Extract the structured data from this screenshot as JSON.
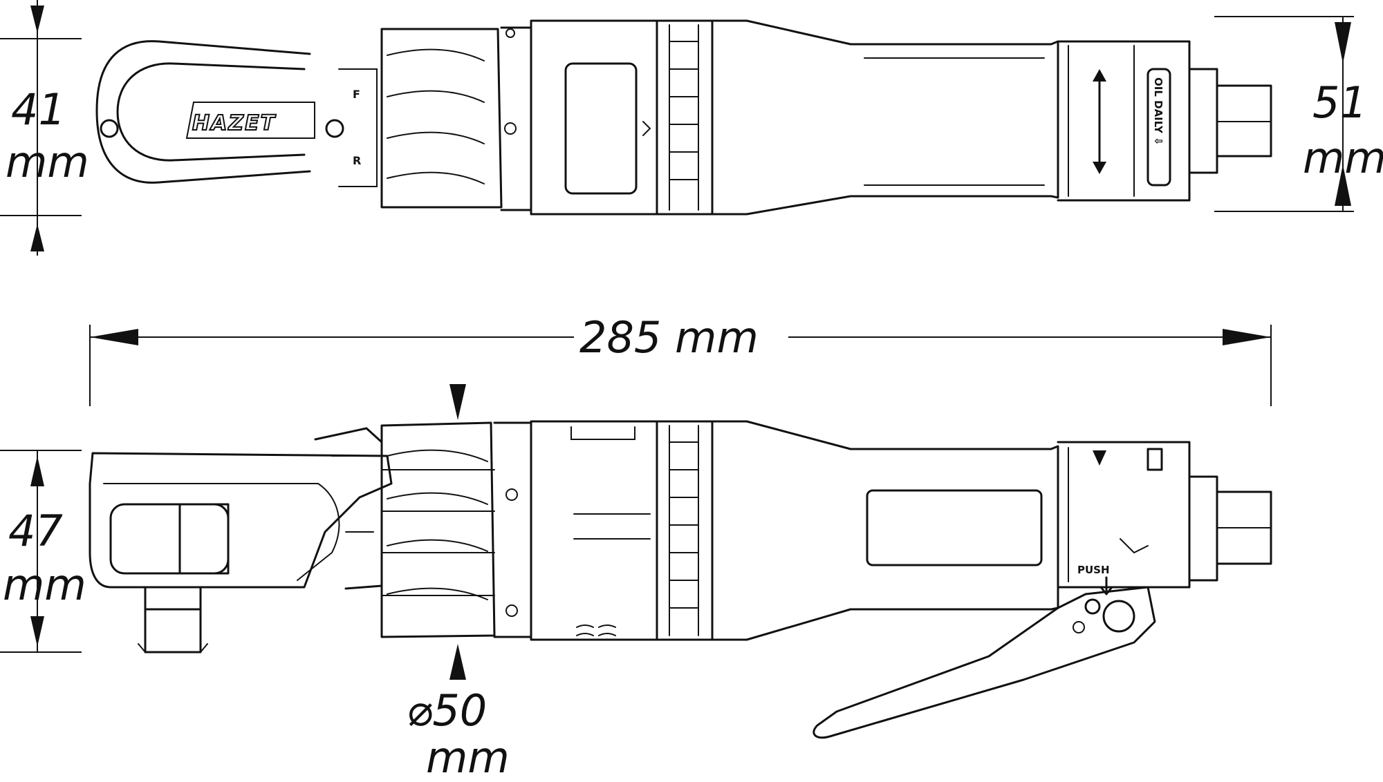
{
  "dimensions": {
    "width_top_value": "41",
    "width_top_unit": "mm",
    "width_rear_value": "51",
    "width_rear_unit": "mm",
    "length": "285 mm",
    "height_head_value": "47",
    "height_head_unit": "mm",
    "diameter_value": "⌀50",
    "diameter_unit": "mm"
  },
  "markings": {
    "brand": "HAZET",
    "oil_label": "OIL DAILY ⇩",
    "push_label": "PUSH",
    "forward_mark": "F",
    "reverse_mark": "R"
  }
}
